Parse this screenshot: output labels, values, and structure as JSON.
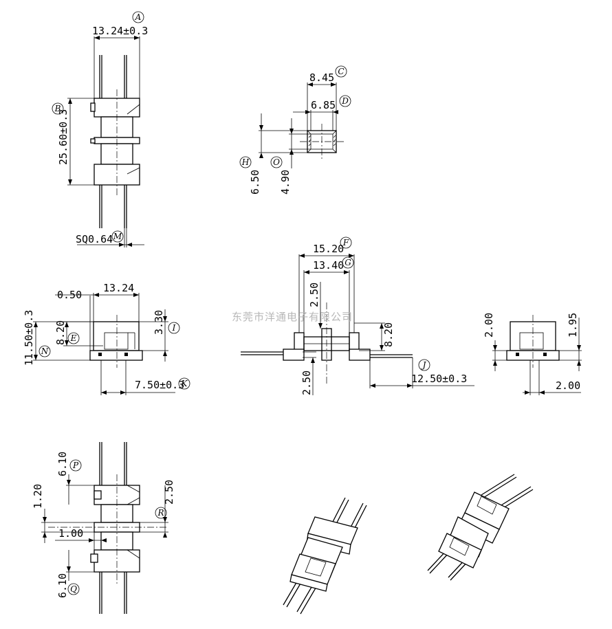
{
  "watermark": "东莞市洋通电子有限公司",
  "dimensions": {
    "top_width": "13.24±0.3",
    "top_height": "25.60±0.3",
    "pin_square": "SQ0.64",
    "c_width": "8.45",
    "d_width": "6.85",
    "h_height": "6.50",
    "o_height": "4.90",
    "f_width": "15.20",
    "g_width": "13.40",
    "mid_2_50_top": "2.50",
    "mid_8_20": "8.20",
    "mid_2_50_bottom": "2.50",
    "j_length": "12.50±0.3",
    "left_0_50": "0.50",
    "left_13_24": "13.24",
    "left_3_30": "3.30",
    "left_8_20": "8.20",
    "left_11_50": "11.50±0.3",
    "k_spacing": "7.50±0.3",
    "right_2_00_h": "2.00",
    "right_1_95": "1.95",
    "right_2_00_w": "2.00",
    "bottom_6_10_top": "6.10",
    "bottom_1_20": "1.20",
    "bottom_1_00": "1.00",
    "bottom_2_50": "2.50",
    "bottom_6_10_bottom": "6.10"
  },
  "tags": {
    "a": "A",
    "b": "B",
    "c": "C",
    "d": "D",
    "e": "E",
    "f": "F",
    "g": "G",
    "h": "H",
    "i": "I",
    "j": "J",
    "k": "K",
    "m": "M",
    "n": "N",
    "o": "O",
    "p": "P",
    "q": "Q",
    "r": "R"
  }
}
